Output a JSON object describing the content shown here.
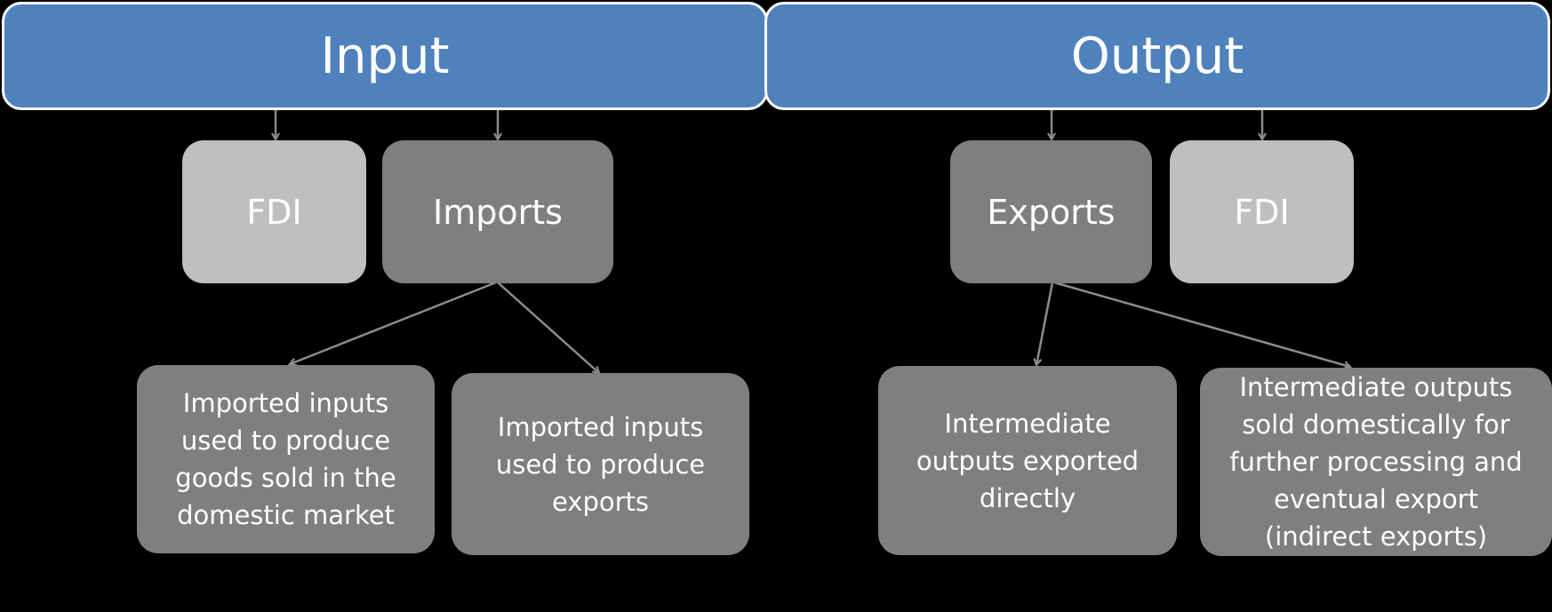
{
  "headers": {
    "input": "Input",
    "output": "Output"
  },
  "input_side": {
    "fdi": "FDI",
    "imports": "Imports",
    "leaf_domestic": "Imported inputs used to produce goods sold in the domestic market",
    "leaf_exports": "Imported inputs used to produce exports"
  },
  "output_side": {
    "exports": "Exports",
    "fdi": "FDI",
    "leaf_direct": "Intermediate outputs exported directly",
    "leaf_indirect": "Intermediate outputs sold domestically for further processing and eventual export (indirect exports)"
  },
  "colors": {
    "background": "#000000",
    "header_fill": "#4f81bd",
    "light_box": "#bfbfbf",
    "dark_box": "#7f7f7f",
    "arrow": "#8c8c8c"
  }
}
